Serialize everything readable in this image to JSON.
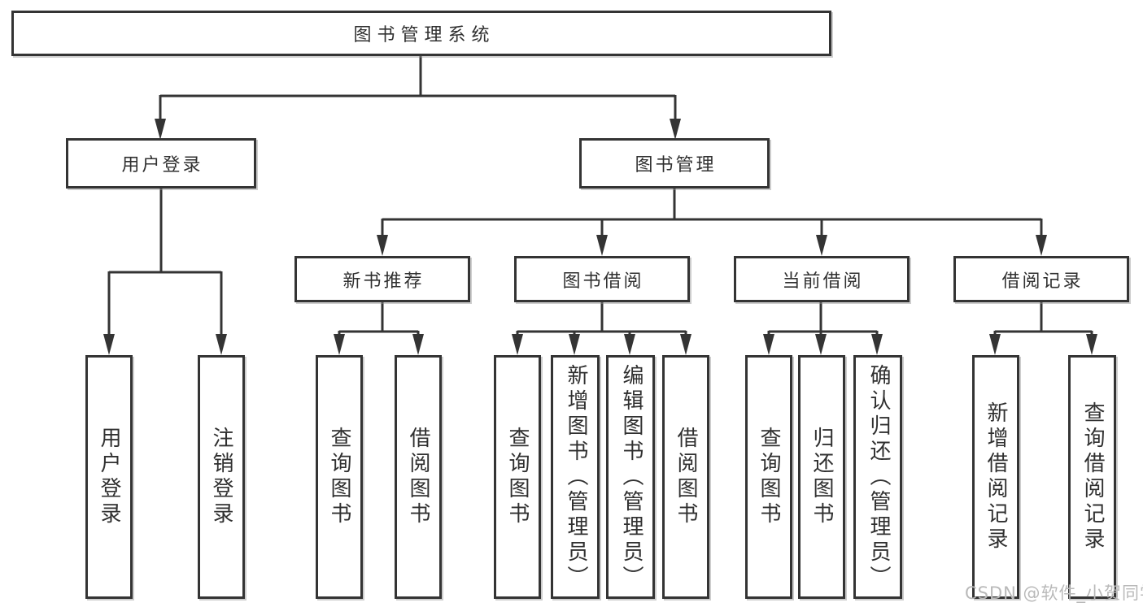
{
  "diagram": {
    "watermark": "CSDN @软件_小贺同学",
    "colors": {
      "line": "#343434",
      "text": "#303030",
      "background": "#ffffff",
      "watermark": "#b9b9b9"
    },
    "nodes": {
      "root": "图书管理系统",
      "user_login_branch": "用户登录",
      "book_mgmt_branch": "图书管理",
      "new_book_rec": "新书推荐",
      "book_borrow": "图书借阅",
      "current_borrow": "当前借阅",
      "borrow_records": "借阅记录",
      "leaf_user_login": "用户登录",
      "leaf_logout": "注销登录",
      "leaf_query_book_1": "查询图书",
      "leaf_borrow_book_1": "借阅图书",
      "leaf_query_book_2": "查询图书",
      "leaf_add_book_admin": "新增图书（管理员）",
      "leaf_edit_book_admin": "编辑图书（管理员）",
      "leaf_borrow_book_2": "借阅图书",
      "leaf_query_book_3": "查询图书",
      "leaf_return_book": "归还图书",
      "leaf_confirm_return_admin": "确认归还（管理员）",
      "leaf_add_borrow_record": "新增借阅记录",
      "leaf_query_borrow_record": "查询借阅记录"
    }
  }
}
